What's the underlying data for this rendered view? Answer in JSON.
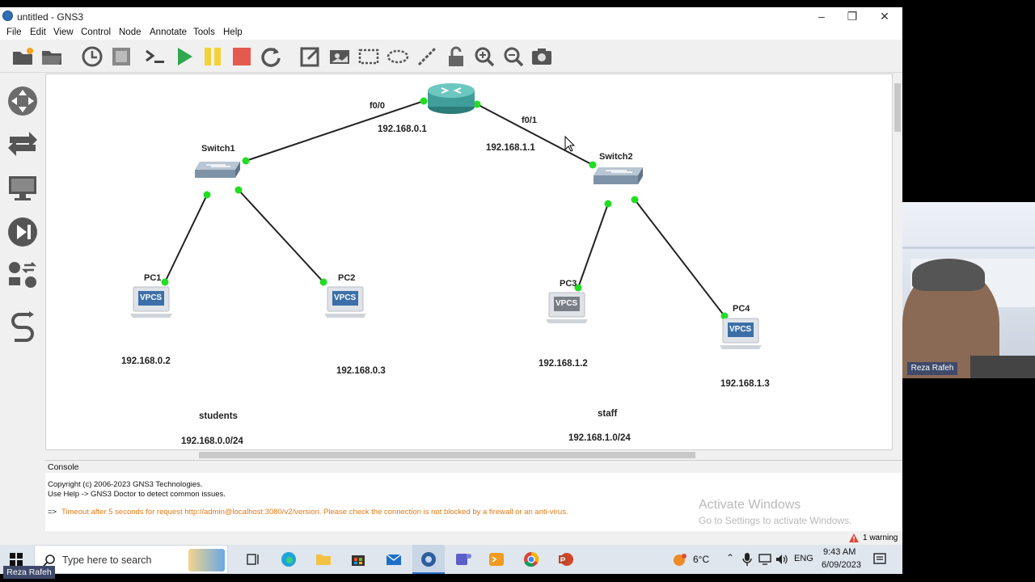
{
  "window": {
    "title": "untitled - GNS3"
  },
  "menu": [
    "File",
    "Edit",
    "View",
    "Control",
    "Node",
    "Annotate",
    "Tools",
    "Help"
  ],
  "toolbar_icons": [
    "open-project-icon",
    "folder-icon",
    "clock-icon",
    "snapshot-icon",
    "console-icon",
    "start-icon",
    "pause-icon",
    "stop-icon",
    "reload-icon",
    "note-icon",
    "picture-icon",
    "rectangle-icon",
    "ellipse-icon",
    "line-icon",
    "lock-icon",
    "zoom-in-icon",
    "zoom-out-icon",
    "screenshot-icon"
  ],
  "left_panel_icons": [
    "routers-icon",
    "switches-icon",
    "end-devices-icon",
    "security-devices-icon",
    "all-devices-icon",
    "add-link-icon"
  ],
  "topology": {
    "router_ports": {
      "left": "f0/0",
      "right": "f0/1"
    },
    "router_ips": {
      "left": "192.168.0.1",
      "right": "192.168.1.1"
    },
    "switch1": "Switch1",
    "switch2": "Switch2",
    "pcs": [
      {
        "name": "PC1",
        "ip": "192.168.0.2",
        "tag": "VPCS"
      },
      {
        "name": "PC2",
        "ip": "192.168.0.3",
        "tag": "VPCS"
      },
      {
        "name": "PC3",
        "ip": "192.168.1.2",
        "tag": "VPCS"
      },
      {
        "name": "PC4",
        "ip": "192.168.1.3",
        "tag": "VPCS"
      }
    ],
    "groups": [
      {
        "name": "students",
        "subnet": "192.168.0.0/24"
      },
      {
        "name": "staff",
        "subnet": "192.168.1.0/24"
      }
    ]
  },
  "console": {
    "title": "Console",
    "lines": [
      "Copyright (c) 2006-2023 GNS3 Technologies.",
      "Use Help -> GNS3 Doctor to detect common issues."
    ],
    "prompt": "=>",
    "warning_line": "Timeout after 5 seconds for request http://admin@localhost:3080/v2/version. Please check the connection is not blocked by a firewall or an anti-virus."
  },
  "status": {
    "warnings": "1 warning"
  },
  "watermark": {
    "line1": "Activate Windows",
    "line2": "Go to Settings to activate Windows."
  },
  "taskbar": {
    "search_placeholder": "Type here to search",
    "weather": "6°C",
    "language": "ENG",
    "time": "9:43 AM",
    "date": "6/09/2023"
  },
  "presenter": {
    "name": "Reza Rafeh",
    "bottom_name": "Reza Rafeh"
  },
  "colors": {
    "link_dot": "#22dd22",
    "router": "#3f9e9a",
    "vpcs_screen": "#3c6fa8",
    "warning_text": "#e07a16"
  }
}
